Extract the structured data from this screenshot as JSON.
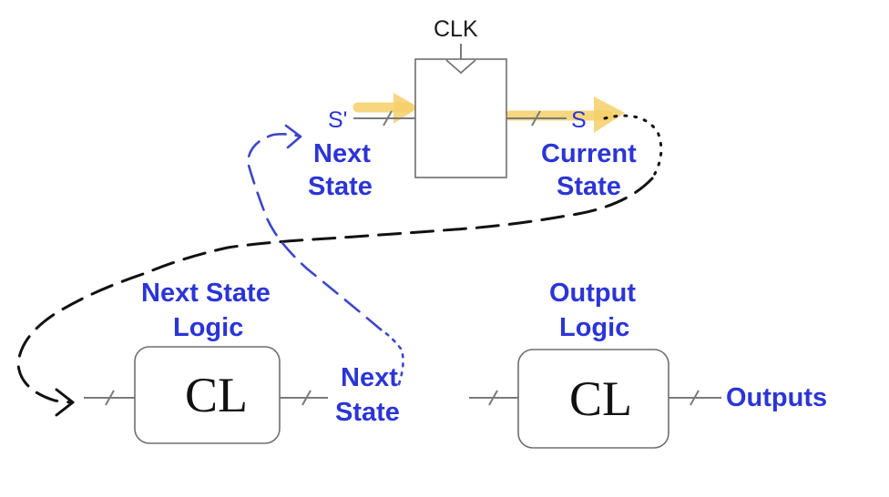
{
  "register": {
    "clock_label": "CLK",
    "input_label": "S'",
    "output_label": "S",
    "input_caption": [
      "Next",
      "State"
    ],
    "output_caption": [
      "Current",
      "State"
    ]
  },
  "next_state_logic": {
    "title": [
      "Next State",
      "Logic"
    ],
    "symbol": "CL",
    "output_caption": [
      "Next",
      "State"
    ]
  },
  "output_logic": {
    "title": [
      "Output",
      "Logic"
    ],
    "symbol": "CL",
    "output_label": "Outputs"
  },
  "colors": {
    "label_blue": "#2b35d6",
    "highlight": "#f6cf6a",
    "annotation_black": "#111111",
    "annotation_blue": "#3d46c9"
  }
}
